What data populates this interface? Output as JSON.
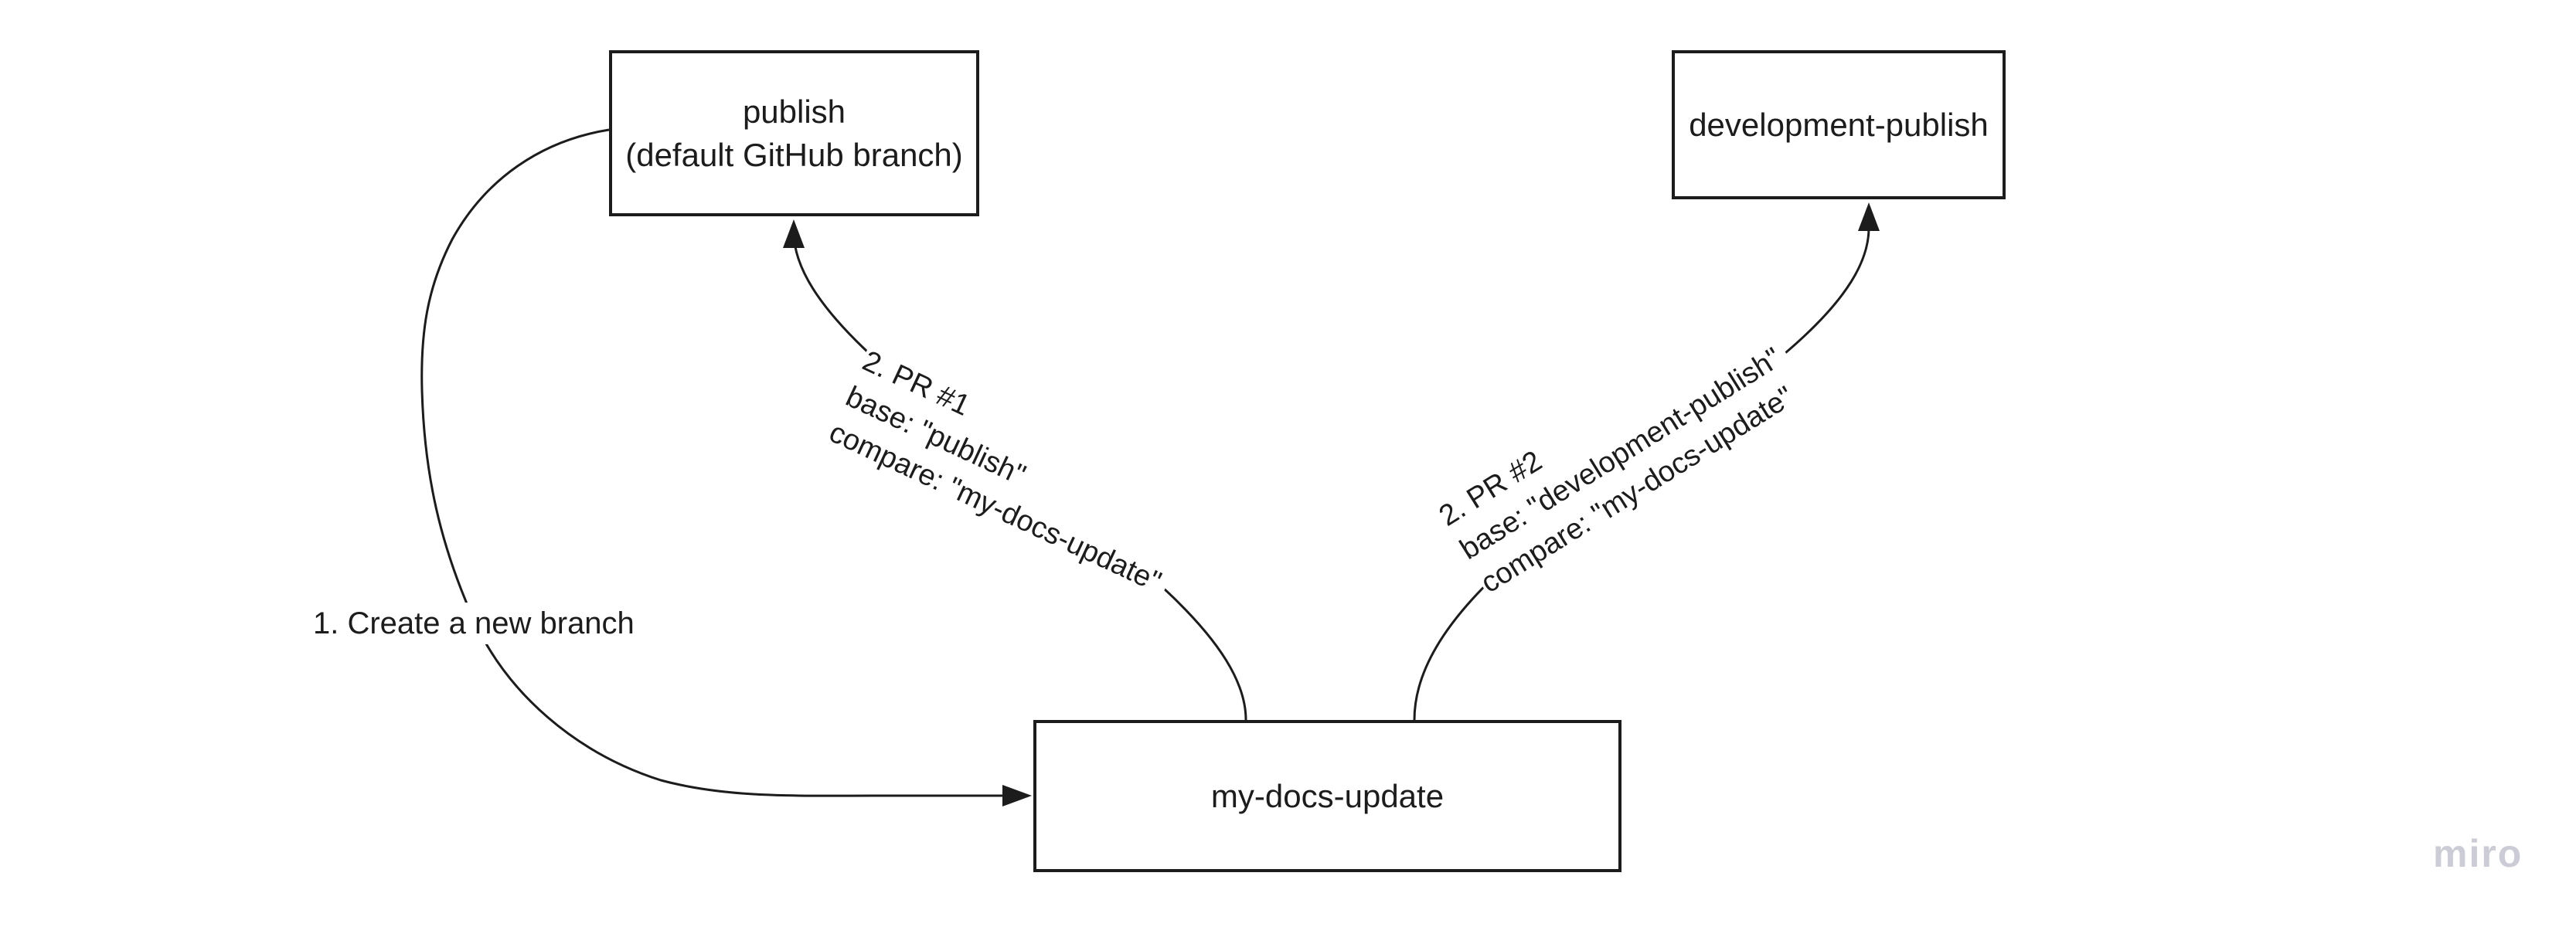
{
  "diagram": {
    "boxes": {
      "publish": {
        "line1": "publish",
        "line2": "(default GitHub branch)"
      },
      "development_publish": {
        "label": "development-publish"
      },
      "my_docs_update": {
        "label": "my-docs-update"
      }
    },
    "edge_labels": {
      "create_branch": {
        "text": "1. Create a new branch"
      },
      "pr1": {
        "line1": "2. PR #1",
        "line2": "base: \"publish\"",
        "line3": "compare: \"my-docs-update\""
      },
      "pr2": {
        "line1": "2. PR #2",
        "line2": "base: \"development-publish\"",
        "line3": "compare: \"my-docs-update\""
      }
    },
    "colors": {
      "ink": "#1c1c1c",
      "background": "#ffffff",
      "watermark": "#cbccd6"
    }
  },
  "watermark": {
    "text": "miro"
  }
}
